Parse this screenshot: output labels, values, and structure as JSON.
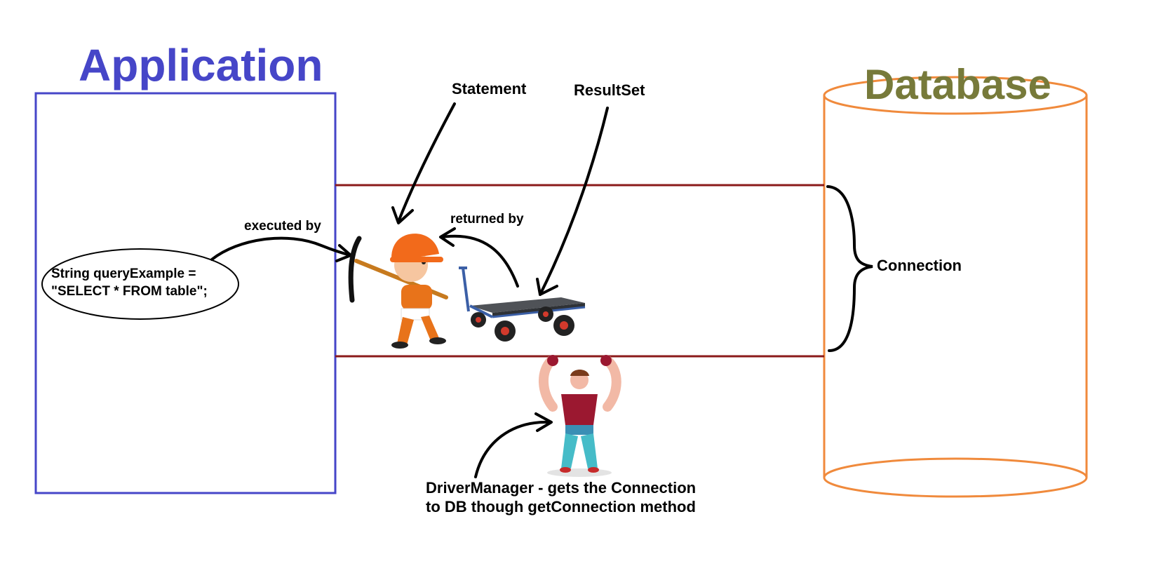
{
  "titles": {
    "application": "Application",
    "database": "Database"
  },
  "labels": {
    "statement": "Statement",
    "resultset": "ResultSet",
    "executed_by": "executed by",
    "returned_by": "returned by",
    "connection": "Connection"
  },
  "query": {
    "line1": "String queryExample =",
    "line2": "\"SELECT * FROM table\";"
  },
  "driver_caption": {
    "line1": "DriverManager - gets the Connection",
    "line2": "to DB though getConnection method"
  },
  "colors": {
    "application": "#4646c8",
    "database_title": "#777a3a",
    "database_cylinder": "#f08a3c",
    "connection_lines": "#8b1a1a"
  },
  "icons": [
    "worker-with-pickaxe-icon",
    "cart-icon",
    "strongman-icon"
  ]
}
